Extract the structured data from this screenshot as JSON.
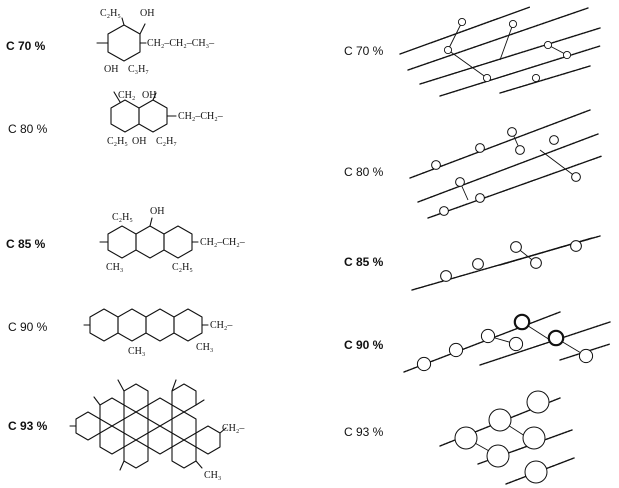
{
  "levels": [
    {
      "label": "C 70 %",
      "molecule": {
        "substituents": [
          "C₂H₅",
          "OH",
          "OH",
          "C₃H₇"
        ],
        "side_chain": "CH₂–CH₂–CH₃–"
      }
    },
    {
      "label": "C 80 %",
      "molecule": {
        "substituents": [
          "CH₂",
          "OH",
          "C₂H₅",
          "OH",
          "C₂H₇"
        ],
        "side_chain": "CH₂–CH₂–"
      }
    },
    {
      "label": "C 85 %",
      "molecule": {
        "substituents": [
          "C₂H₅",
          "OH",
          "CH₃",
          "C₂H₅"
        ],
        "side_chain": "CH₂–CH₂–"
      }
    },
    {
      "label": "C 90 %",
      "molecule": {
        "substituents": [
          "CH₃",
          "CH₃"
        ],
        "side_chain": "CH₂–"
      }
    },
    {
      "label": "C 93 %",
      "molecule": {
        "substituents": [
          "CH₃"
        ],
        "side_chain": "CH₂–"
      }
    }
  ],
  "network_labels": [
    "C 70 %",
    "C 80 %",
    "C 85 %",
    "C 90 %",
    "C 93 %"
  ]
}
